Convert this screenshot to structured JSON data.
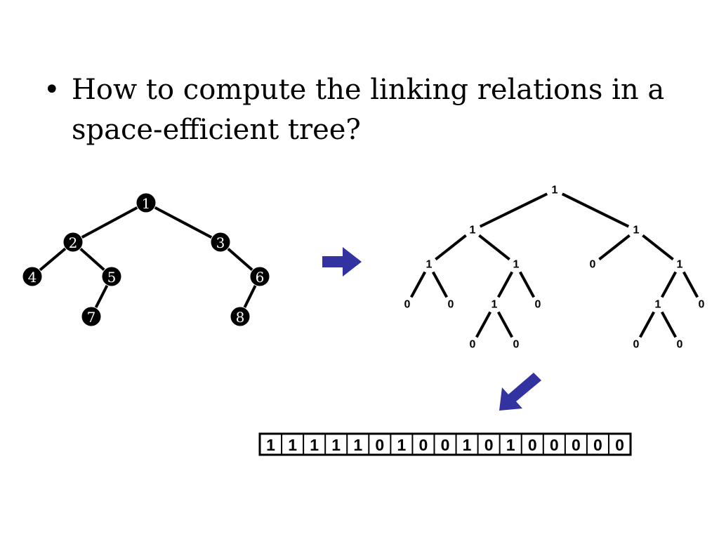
{
  "slide": {
    "bullet_symbol": "•",
    "bullet_text": "How to compute the linking relations in a space-efficient tree?"
  },
  "colors": {
    "arrow": "#3232a0",
    "node_fill": "#000000",
    "edge": "#000000",
    "background": "#ffffff"
  },
  "icons": {
    "right_arrow": "right-arrow-icon",
    "down_left_arrow": "down-left-arrow-icon"
  },
  "original_tree": {
    "nodes": [
      "1",
      "2",
      "3",
      "4",
      "5",
      "6",
      "7",
      "8"
    ],
    "edges": [
      [
        "1",
        "2"
      ],
      [
        "1",
        "3"
      ],
      [
        "2",
        "4"
      ],
      [
        "2",
        "5"
      ],
      [
        "5",
        "7"
      ],
      [
        "3",
        "6"
      ],
      [
        "6",
        "8"
      ]
    ]
  },
  "bit_tree": {
    "nodes": [
      "1",
      "1",
      "1",
      "1",
      "1",
      "0",
      "1",
      "0",
      "0",
      "1",
      "0",
      "0",
      "0",
      "1",
      "0",
      "0",
      "0"
    ],
    "edges": [
      [
        0,
        1
      ],
      [
        0,
        2
      ],
      [
        1,
        3
      ],
      [
        1,
        4
      ],
      [
        2,
        5
      ],
      [
        2,
        6
      ],
      [
        3,
        7
      ],
      [
        3,
        8
      ],
      [
        4,
        9
      ],
      [
        4,
        10
      ],
      [
        9,
        11
      ],
      [
        9,
        12
      ],
      [
        6,
        13
      ],
      [
        6,
        14
      ],
      [
        13,
        15
      ],
      [
        13,
        16
      ]
    ]
  },
  "bit_array": [
    "1",
    "1",
    "1",
    "1",
    "1",
    "0",
    "1",
    "0",
    "0",
    "1",
    "0",
    "1",
    "0",
    "0",
    "0",
    "0",
    "0"
  ]
}
